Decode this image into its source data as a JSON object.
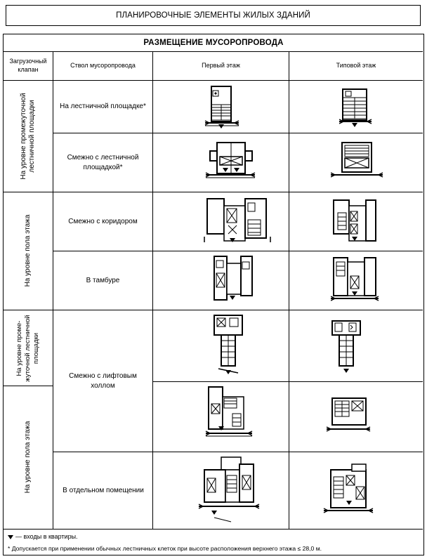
{
  "header": {
    "title": "ПЛАНИРОВОЧНЫЕ ЭЛЕМЕНТЫ ЖИЛЫХ ЗДАНИЙ"
  },
  "table": {
    "title": "РАЗМЕЩЕНИЕ МУСОРОПРОВОДА",
    "columns": {
      "valve": "Загрузочный клапан",
      "shaft": "Ствол мусоропровода",
      "first_floor": "Первый этаж",
      "typical_floor": "Типовой этаж"
    },
    "valve_groups": [
      "На уровне промежуточной лестничной площадки",
      "На уровне пола этажа",
      "На уровне проме­жуточной лест­ничной площадки",
      "На уровне пола этажа"
    ],
    "rows": [
      {
        "shaft": "На лестничной площадке*"
      },
      {
        "shaft": "Смежно с лестничной площадкой*"
      },
      {
        "shaft": "Смежно с коридором"
      },
      {
        "shaft": "В тамбуре"
      },
      {
        "shaft": "Смежно с лифтовым холлом"
      },
      {
        "shaft": "В отдельном помещении"
      }
    ],
    "plan_icon": "floor-plan-drawing"
  },
  "footnotes": {
    "legend": "— входы в квартиры.",
    "asterisk": "* Допускается при применении обычных лестничных клеток при высоте расположения верхнего этажа ≤ 28,0 м."
  }
}
